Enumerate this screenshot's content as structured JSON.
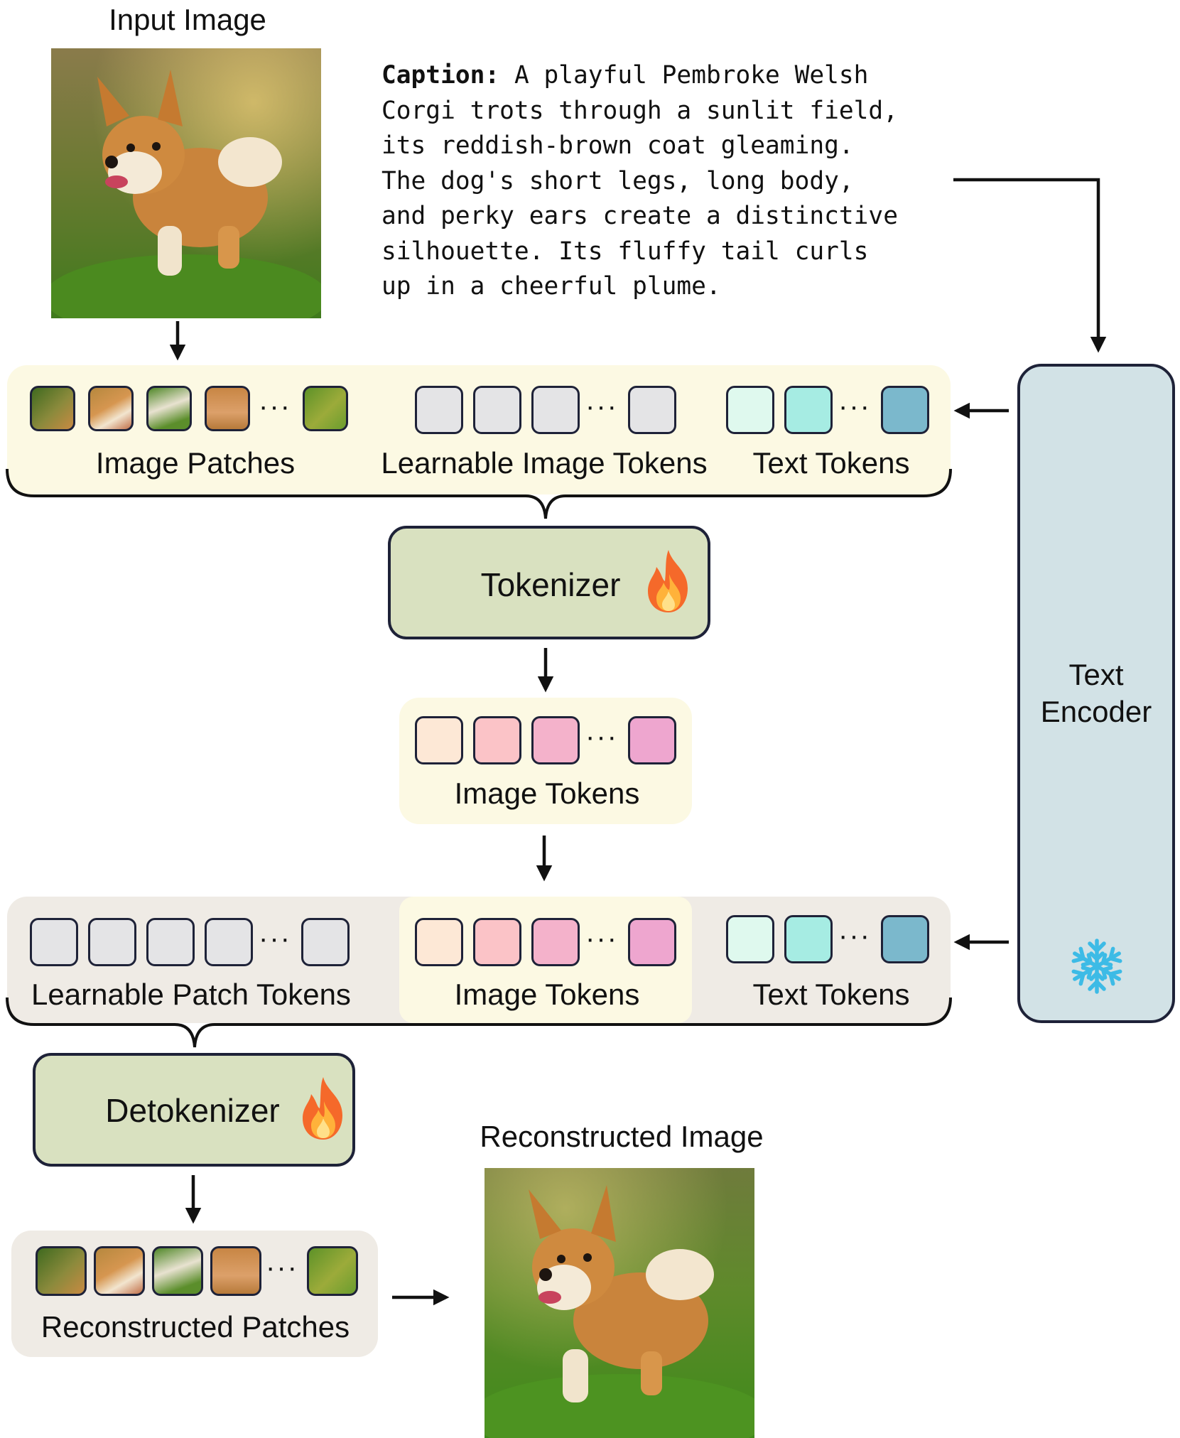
{
  "input_image_label": "Input Image",
  "caption": {
    "prefix": "Caption:",
    "text": " A playful Pembroke Welsh\nCorgi trots through a sunlit field,\nits reddish-brown coat gleaming.\nThe dog's short legs, long body,\nand perky ears create a distinctive\nsilhouette. Its fluffy tail curls\nup in a cheerful plume."
  },
  "top_row": {
    "image_patches": "Image Patches",
    "learnable_image_tokens": "Learnable Image Tokens",
    "text_tokens": "Text Tokens"
  },
  "tokenizer": {
    "label": "Tokenizer",
    "icon": "fire-icon"
  },
  "image_tokens_label": "Image Tokens",
  "bottom_row": {
    "learnable_patch_tokens": "Learnable Patch Tokens",
    "image_tokens": "Image Tokens",
    "text_tokens": "Text Tokens"
  },
  "text_encoder": {
    "line1": "Text",
    "line2": "Encoder",
    "icon": "snowflake-icon"
  },
  "detokenizer": {
    "label": "Detokenizer",
    "icon": "fire-icon"
  },
  "reconstructed_patches": "Reconstructed Patches",
  "reconstructed_image_label": "Reconstructed Image",
  "ellipsis": "···",
  "colors": {
    "top_panel": "#fcf9e3",
    "bottom_panel": "#efebe5",
    "module_fill": "#d9e1c0",
    "encoder_fill": "#d2e2e6",
    "grey_token": "#e4e4e6",
    "text_token_1": "#dff9ee",
    "text_token_2": "#a6ece3",
    "text_token_3": "#7bb8cc",
    "image_token_1": "#fde8d6",
    "image_token_2": "#fbc3c7",
    "image_token_3": "#f4b2cb",
    "image_token_4": "#eea6cf",
    "outline": "#1e2238"
  }
}
